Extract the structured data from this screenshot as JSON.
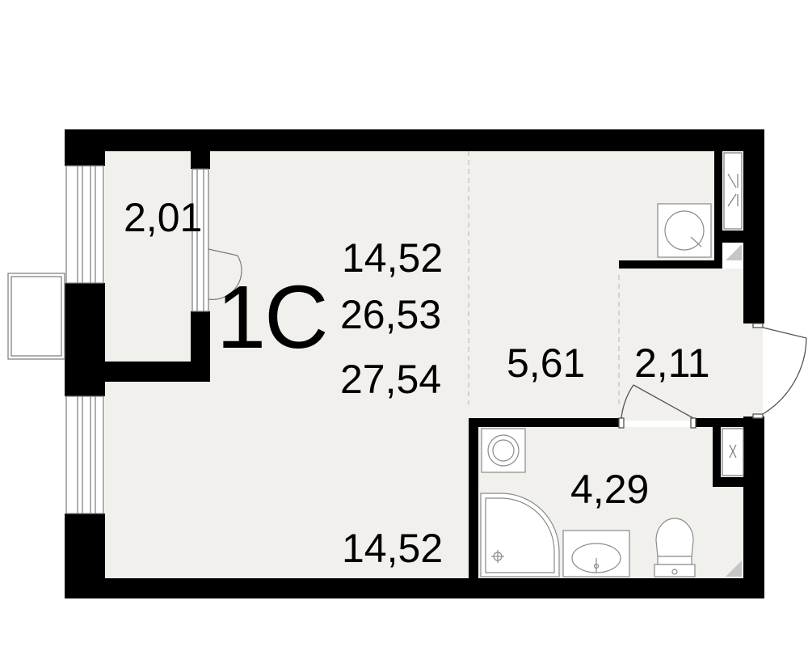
{
  "apartment": {
    "type": "1С",
    "living_area": "14,52",
    "total_area": "26,53",
    "total_area_with_balcony": "27,54"
  },
  "rooms": {
    "balcony_area": "2,01",
    "kitchen_area": "5,61",
    "hallway_area": "2,11",
    "bathroom_area": "4,29",
    "living_room_area": "14,52"
  },
  "colors": {
    "wall": "#000000",
    "floor": "#f1f0ec",
    "fixture_line": "#8a8a8a",
    "background": "#ffffff"
  },
  "icons": [
    "vent-shaft-icon",
    "washing-machine-icon",
    "shower-tray-icon",
    "sink-icon",
    "toilet-icon",
    "door-swing-icon",
    "window-icon"
  ]
}
